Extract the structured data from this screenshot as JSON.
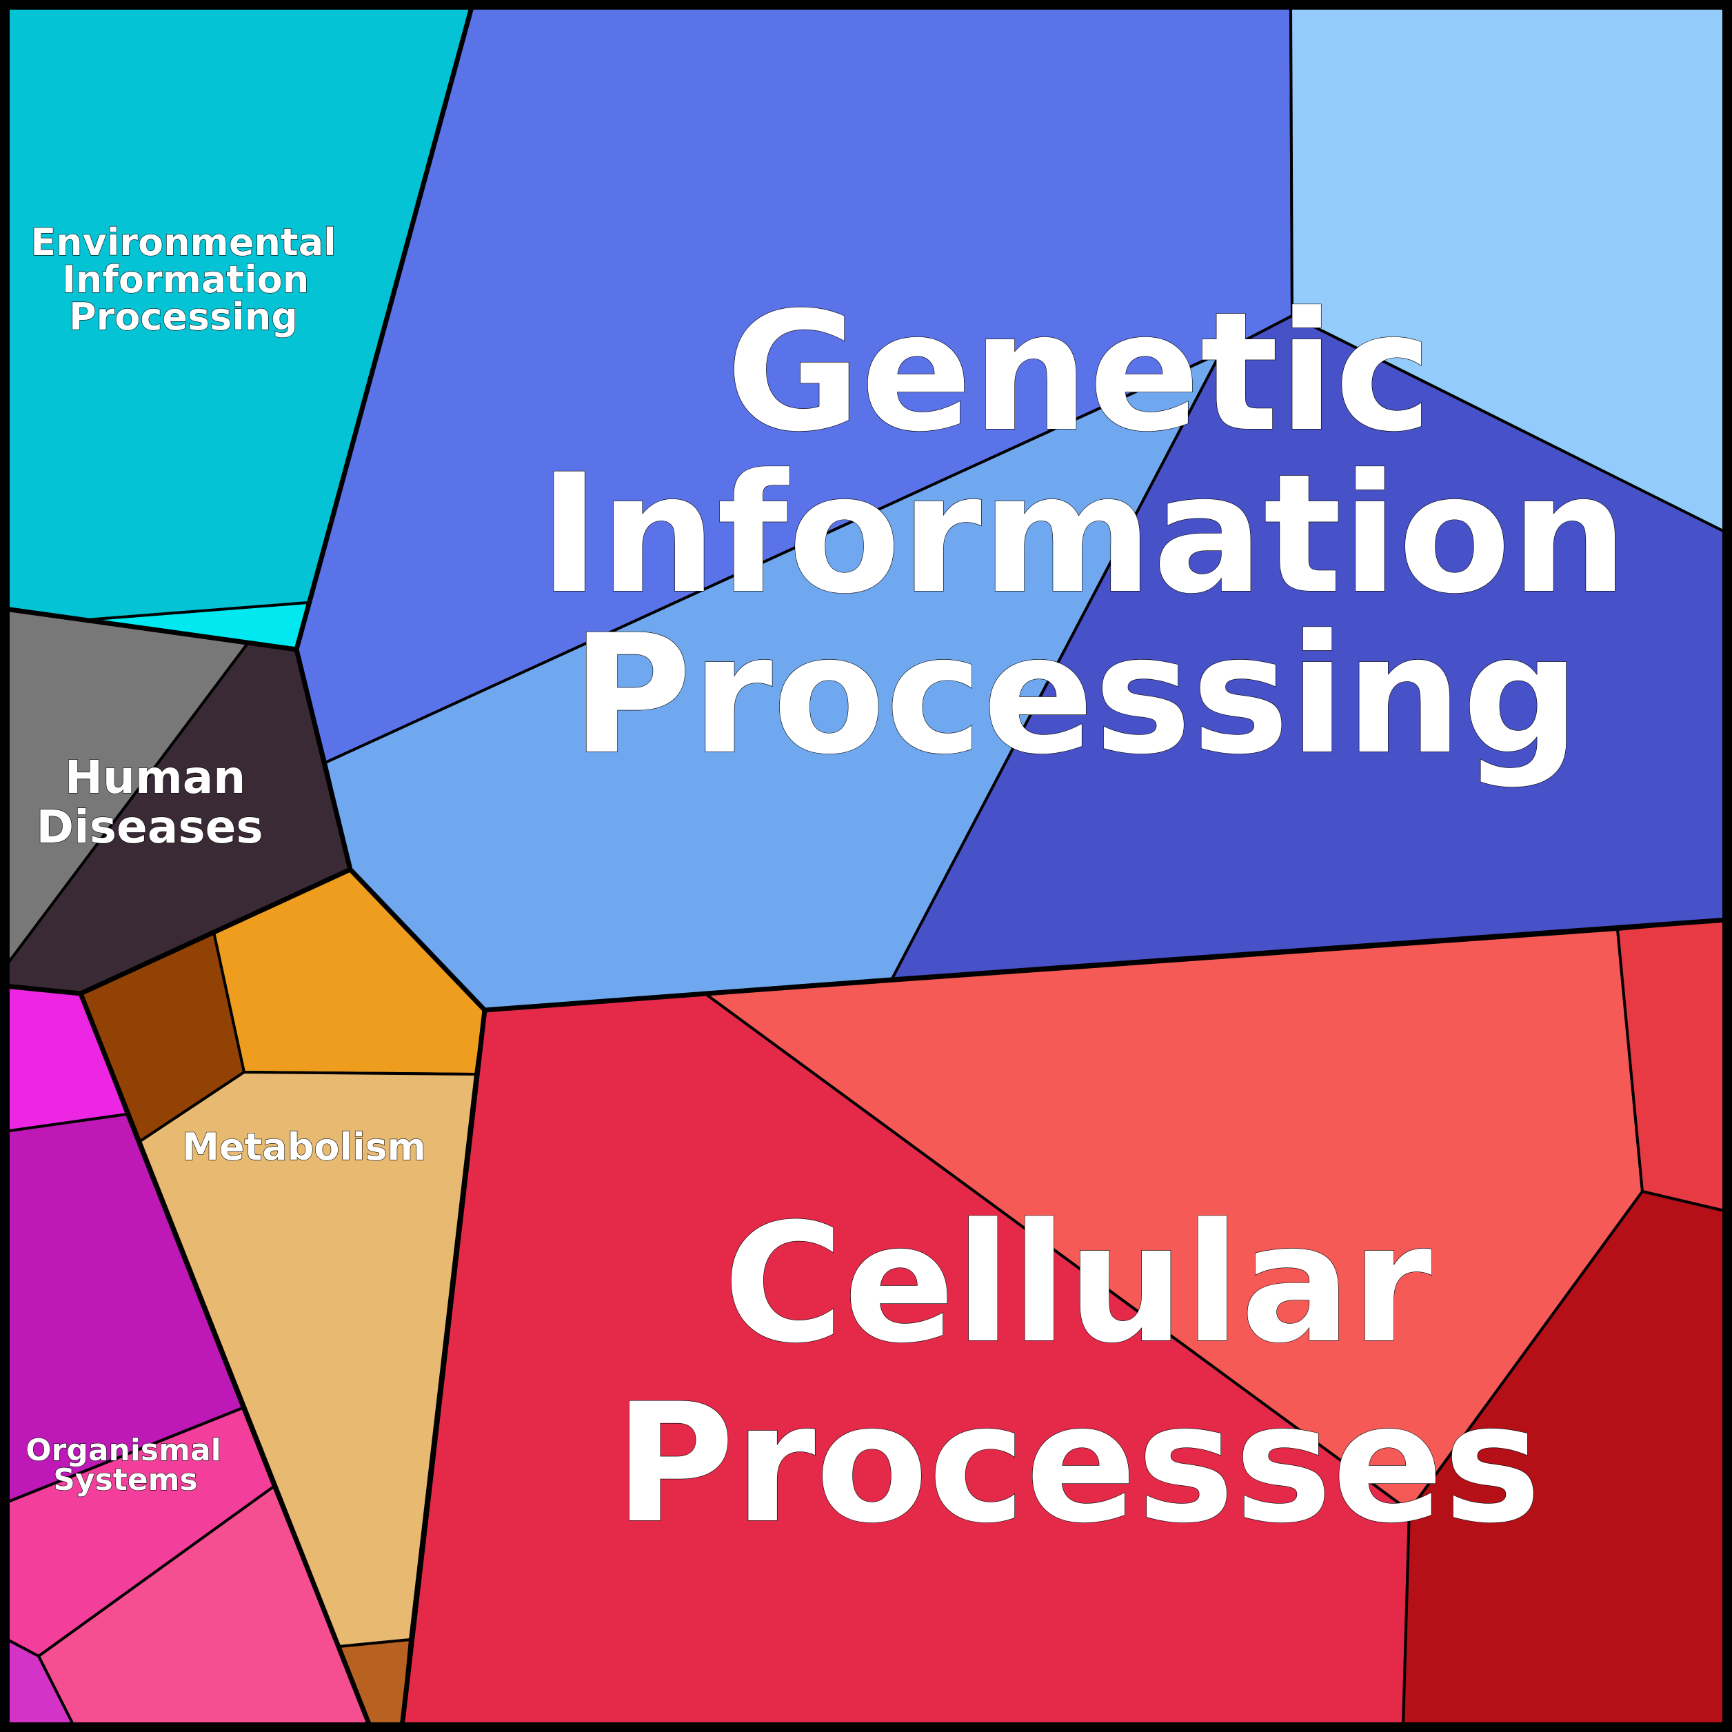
{
  "labels": {
    "genetic": [
      "Genetic",
      "Information",
      "Processing"
    ],
    "cellular": [
      "Cellular",
      "Processes"
    ],
    "environmental": [
      "Environmental",
      "Information",
      "Processing"
    ],
    "human_diseases": [
      "Human",
      "Diseases"
    ],
    "metabolism": "Metabolism",
    "organismal": [
      "Organismal",
      "Systems"
    ]
  },
  "colors": {
    "genetic": [
      "#5B73E8",
      "#93CCFB",
      "#4751C8",
      "#70A8F0"
    ],
    "cellular": [
      "#E52A49",
      "#F55A57",
      "#E83A43",
      "#B50F18"
    ],
    "environmental": [
      "#03C3D4",
      "#02E8F0"
    ],
    "human_diseases": [
      "#787878",
      "#3A2A35"
    ],
    "metabolism": [
      "#EE9D1F",
      "#914204",
      "#E8B971",
      "#B86222"
    ],
    "organismal": [
      "#EC26E2",
      "#BE18B7",
      "#F33E9B",
      "#F54F91",
      "#D333C7"
    ]
  }
}
